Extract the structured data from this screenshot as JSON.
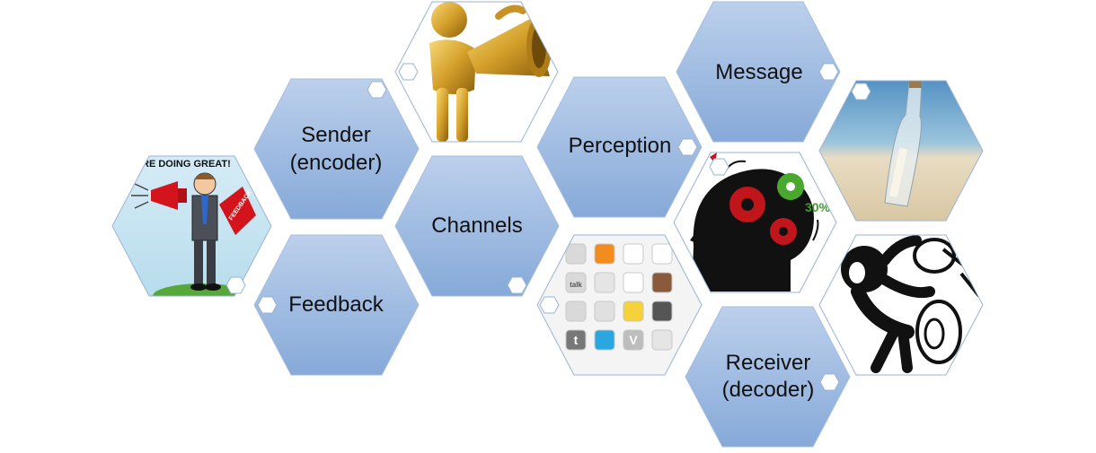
{
  "hexagons": [
    {
      "id": "sender",
      "lines": [
        "Sender",
        "(encoder)"
      ]
    },
    {
      "id": "feedback",
      "lines": [
        "Feedback"
      ]
    },
    {
      "id": "channels",
      "lines": [
        "Channels"
      ]
    },
    {
      "id": "perception",
      "lines": [
        "Perception"
      ]
    },
    {
      "id": "message",
      "lines": [
        "Message"
      ]
    },
    {
      "id": "receiver",
      "lines": [
        "Receiver",
        "(decoder)"
      ]
    }
  ],
  "pictures": [
    {
      "id": "feedback-cartoon",
      "icon": "megaphone-man-icon",
      "caption": "RE DOING GREAT!",
      "badge": "FEEDBACK"
    },
    {
      "id": "golden-megaphone",
      "icon": "golden-figure-megaphone-icon"
    },
    {
      "id": "social-icons",
      "icon": "social-media-grid-icon",
      "tiles": [
        "",
        "",
        "",
        "",
        "talk",
        "",
        "",
        "",
        "",
        "",
        "",
        "",
        "t",
        "",
        "V",
        ""
      ]
    },
    {
      "id": "head-gears",
      "icon": "head-gears-icon",
      "label": "30%"
    },
    {
      "id": "bottle-beach",
      "icon": "message-in-bottle-icon"
    },
    {
      "id": "shouting-figure",
      "icon": "shouting-figure-icon"
    }
  ],
  "colors": {
    "hex_fill_top": "#bcd0ec",
    "hex_fill_bottom": "#86a9d8",
    "hex_stroke": "#a6bedd",
    "picture_stroke": "#9ab3d6",
    "text": "#111111"
  }
}
